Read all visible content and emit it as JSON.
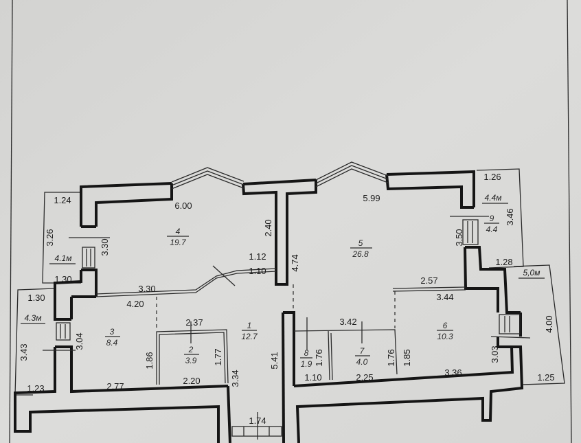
{
  "plan": {
    "rooms": [
      {
        "number": "1",
        "area": "12.7"
      },
      {
        "number": "2",
        "area": "3.9"
      },
      {
        "number": "3",
        "area": "8.4"
      },
      {
        "number": "4",
        "area": "19.7"
      },
      {
        "number": "5",
        "area": "26.8"
      },
      {
        "number": "6",
        "area": "10.3"
      },
      {
        "number": "7",
        "area": "4.0"
      },
      {
        "number": "8",
        "area": "1.9"
      },
      {
        "number": "9",
        "area": "4.4"
      }
    ],
    "balconies": {
      "left_upper": "4.1м",
      "left_lower": "4.3м",
      "right_upper": "4.4м",
      "right_lower": "5,0м"
    },
    "dims": {
      "d124": "1.24",
      "d326": "3.26",
      "d330v": "3.30",
      "d130a": "1.30",
      "d130b": "1.30",
      "d343": "3.43",
      "d304": "3.04",
      "d123": "1.23",
      "d600": "6.00",
      "d240": "2.40",
      "d112": "1.12",
      "d110a": "1.10",
      "d330h": "3.30",
      "d420": "4.20",
      "d474": "4.74",
      "d237": "2.37",
      "d186": "1.86",
      "d177": "1.77",
      "d277": "2.77",
      "d220": "2.20",
      "d334": "3.34",
      "d541": "5.41",
      "d174": "1.74",
      "d599": "5.99",
      "d350": "3.50",
      "d126": "1.26",
      "d346": "3.46",
      "d128": "1.28",
      "d257": "2.57",
      "d344": "3.44",
      "d342": "3.42",
      "d303": "3.03",
      "d400": "4.00",
      "d176a": "1.76",
      "d176b": "1.76",
      "d185": "1.85",
      "d110b": "1.10",
      "d225": "2.25",
      "d336": "3.36",
      "d125": "1.25"
    }
  }
}
